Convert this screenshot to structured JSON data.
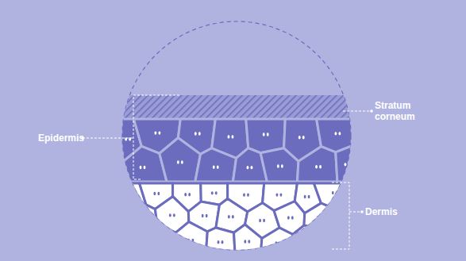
{
  "diagram": {
    "labels": [
      "Stratum corneum",
      "Epidermis",
      "Dermis"
    ]
  }
}
